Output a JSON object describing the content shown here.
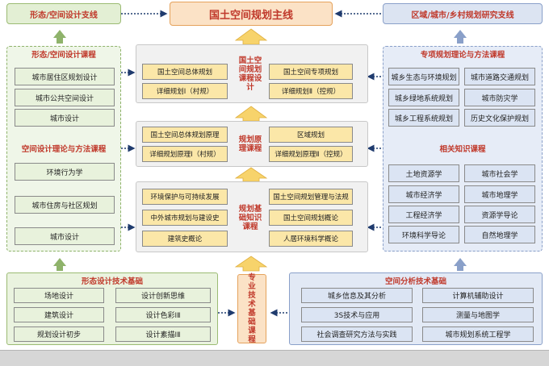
{
  "top": {
    "left": "形态/空间设计支线",
    "center": "国土空间规划主线",
    "right": "区域/城市/乡村规划研究支线"
  },
  "left_panel": {
    "title_top": "形态/空间设计课程",
    "items_top": [
      "城市居住区规划设计",
      "城市公共空间设计",
      "城市设计"
    ],
    "title_mid": "空间设计理论与方法课程",
    "items_mid": [
      "环境行为学",
      "城市住房与社区规划",
      "城市设计"
    ]
  },
  "center_rows": [
    {
      "label": "国土空间规划课程设计",
      "left": [
        "国土空间总体规划",
        "详细规划Ⅰ（村规）"
      ],
      "right": [
        "国土空间专项规划",
        "详细规划Ⅱ（控规）"
      ]
    },
    {
      "label": "规划原理课程",
      "left": [
        "国土空间总体规划原理",
        "详细规划原理Ⅰ（村规）"
      ],
      "right": [
        "区域规划",
        "详细规划原理Ⅱ（控规）"
      ]
    },
    {
      "label": "规划基础知识课程",
      "left": [
        "环境保护与可持续发展",
        "中外城市规划与建设史",
        "建筑史概论"
      ],
      "right": [
        "国土空间规划管理与法规",
        "国土空间规划概论",
        "人居环境科学概论"
      ]
    }
  ],
  "right_panel": {
    "title_top": "专项规划理论与方法课程",
    "items_top": [
      "城乡生态与环境规划",
      "城市道路交通规划",
      "城乡绿地系统规划",
      "城市防灾学",
      "城乡工程系统规划",
      "历史文化保护规划"
    ],
    "title_mid": "相关知识课程",
    "items_mid": [
      "土地资源学",
      "城市社会学",
      "城市经济学",
      "城市地理学",
      "工程经济学",
      "资源学导论",
      "环境科学导论",
      "自然地理学"
    ]
  },
  "bottom_left": {
    "title": "形态设计技术基础",
    "items": [
      "场地设计",
      "设计创新思维",
      "建筑设计",
      "设计色彩ⅠⅡ",
      "规划设计初步",
      "设计素描ⅠⅡ"
    ]
  },
  "bottom_center_label": "专业技术基础课程",
  "bottom_right": {
    "title": "空间分析技术基础",
    "items": [
      "城乡信息及其分析",
      "计算机辅助设计",
      "3S技术与应用",
      "测量与地图学",
      "社会调查研究方法与实践",
      "城市规划系统工程学"
    ]
  },
  "colors": {
    "red_text": "#c0392b",
    "green": "#8fb36b",
    "blue": "#8aa0c9",
    "orange": "#e5a25c",
    "yellow": "#fbe7a8",
    "arrow_yellow": "#f7d36b"
  }
}
